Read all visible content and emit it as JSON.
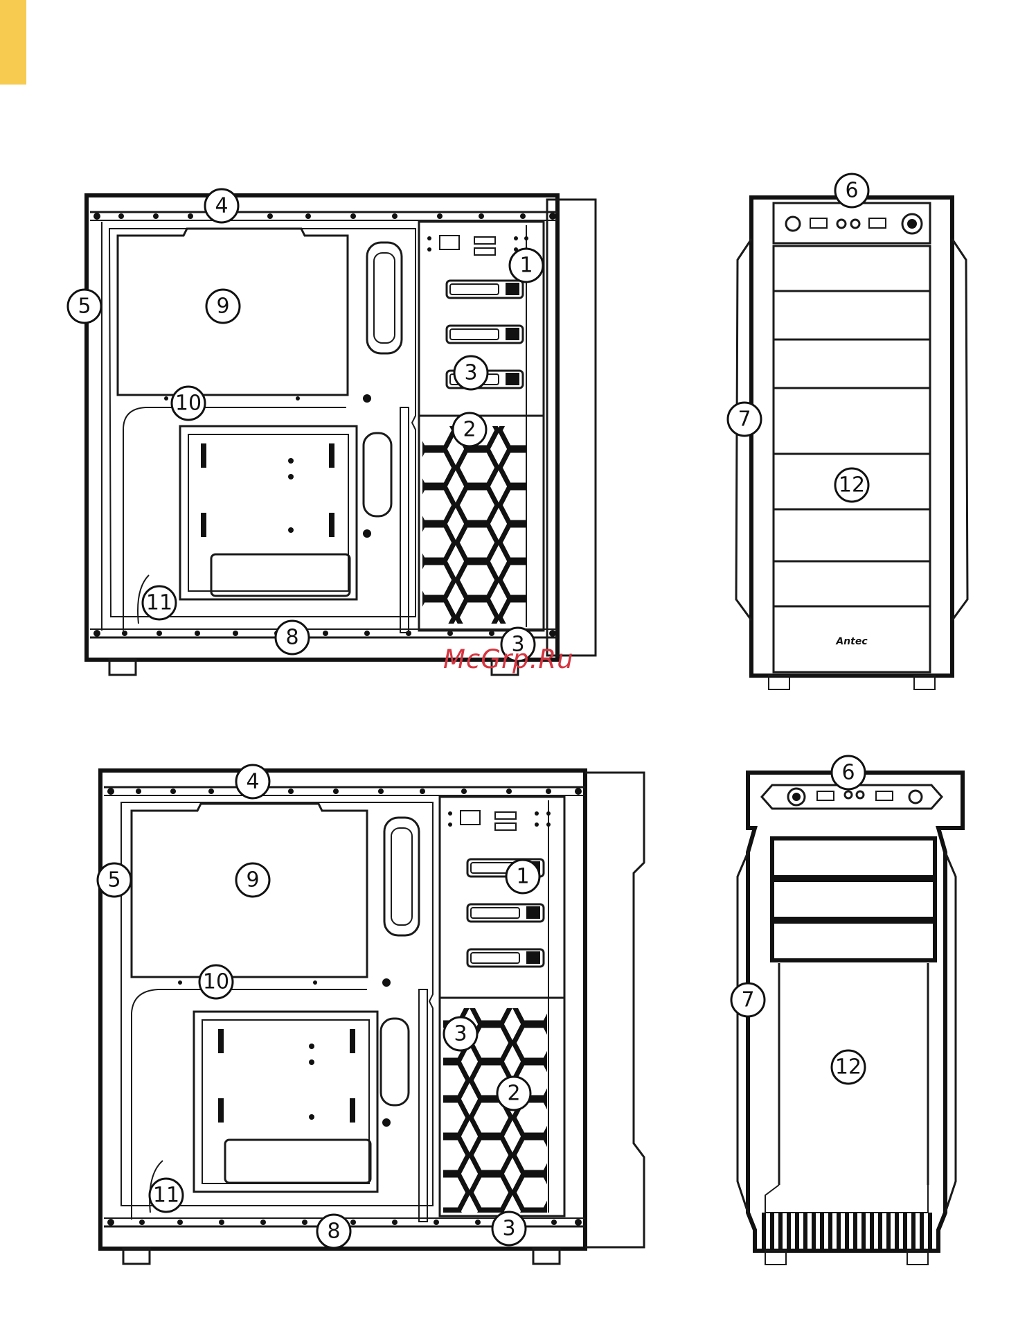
{
  "accent_color": "#F7CB4F",
  "watermark": {
    "text": "McGrp.Ru",
    "color": "#D6343F"
  },
  "brand_mark": "Antec",
  "figures": [
    {
      "view": "side",
      "variant": "top",
      "callouts": [
        "1",
        "2",
        "3",
        "3",
        "4",
        "5",
        "8",
        "9",
        "10",
        "11"
      ]
    },
    {
      "view": "front",
      "variant": "top",
      "callouts": [
        "6",
        "7",
        "12"
      ]
    },
    {
      "view": "side",
      "variant": "bottom",
      "callouts": [
        "1",
        "2",
        "3",
        "3",
        "4",
        "5",
        "8",
        "9",
        "10",
        "11"
      ]
    },
    {
      "view": "front",
      "variant": "bottom",
      "callouts": [
        "6",
        "7",
        "12"
      ]
    }
  ]
}
